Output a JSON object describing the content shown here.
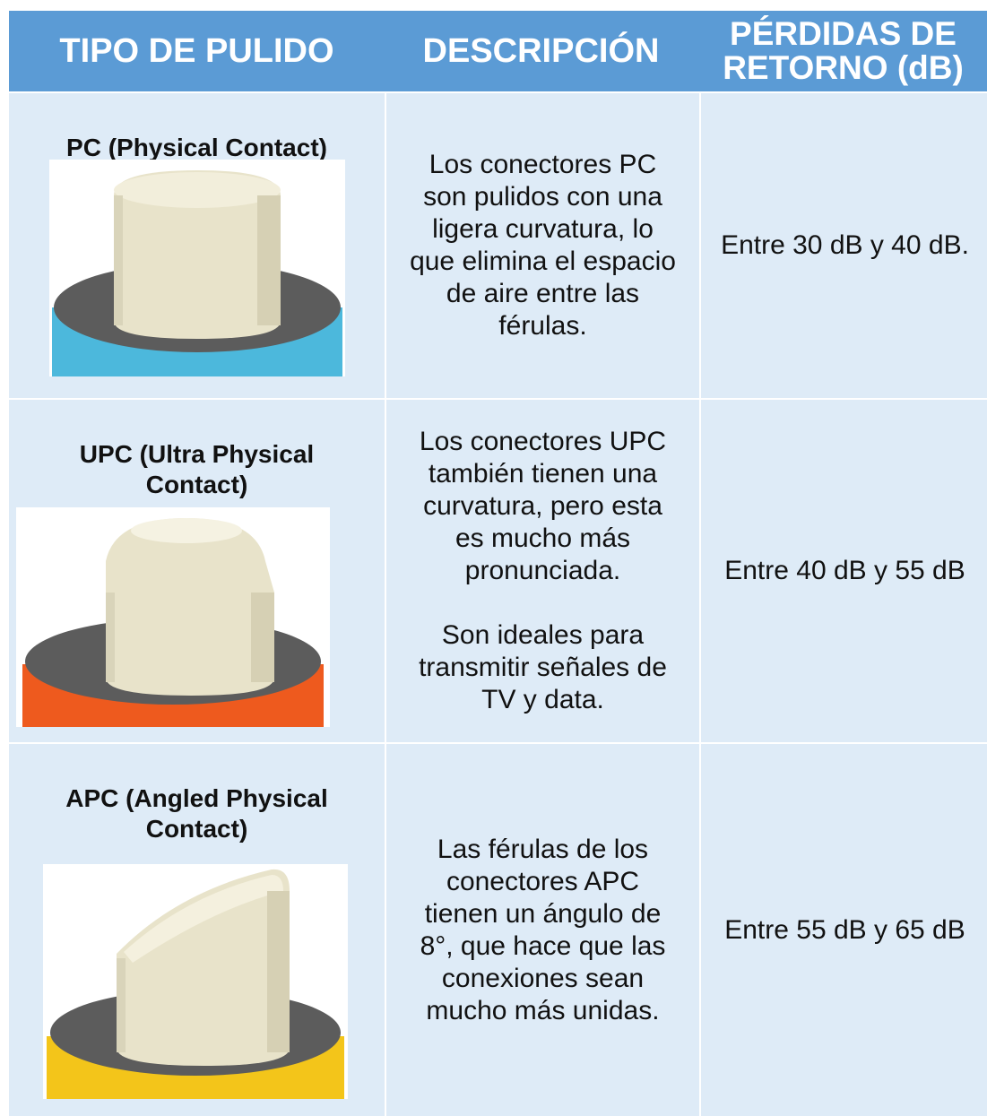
{
  "header": {
    "col1": "TIPO DE PULIDO",
    "col2": "DESCRIPCIÓN",
    "col3_line1": "PÉRDIDAS DE",
    "col3_line2": "RETORNO (dB)"
  },
  "rows": [
    {
      "type": "PC (Physical Contact)",
      "description_lines": [
        "Los conectores PC",
        "son pulidos con una",
        "ligera curvatura, lo",
        "que elimina el espacio",
        "de aire entre las",
        "férulas."
      ],
      "loss": "Entre 30 dB y 40 dB.",
      "ring_color": "#4cb8dc"
    },
    {
      "type_line1": "UPC (Ultra Physical",
      "type_line2": "Contact)",
      "description_lines": [
        "Los conectores UPC",
        "también tienen una",
        "curvatura, pero esta",
        "es mucho más",
        "pronunciada."
      ],
      "description_lines_2": [
        "Son ideales para",
        "transmitir señales de",
        "TV y data."
      ],
      "loss": "Entre 40 dB y 55 dB",
      "ring_color": "#ee5a1e"
    },
    {
      "type_line1": "APC (Angled Physical",
      "type_line2": "Contact)",
      "description_lines": [
        "Las férulas de los",
        "conectores APC",
        "tienen un ángulo de",
        "8°, que hace que las",
        "conexiones sean",
        "mucho más unidas."
      ],
      "loss": "Entre 55 dB y 65 dB",
      "ring_color": "#f3c51a"
    }
  ],
  "colors": {
    "header_bg": "#5b9bd5",
    "cell_bg": "#deebf7",
    "ferrule": "#e9e4cc",
    "base": "#5f5f5f"
  }
}
